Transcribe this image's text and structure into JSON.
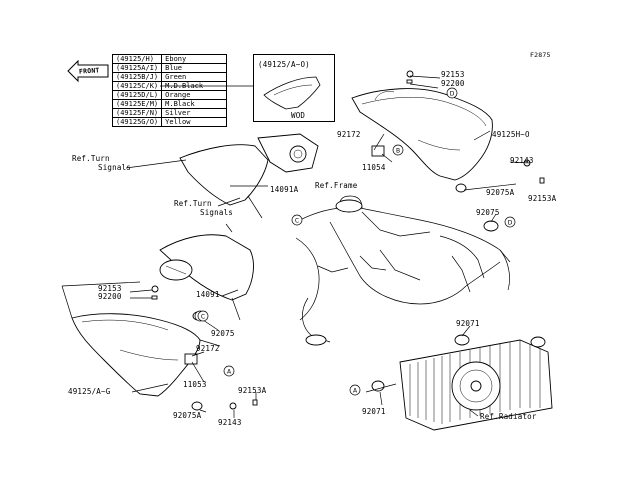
{
  "figure_id": "F2875",
  "front_badge": "FRONT",
  "color_table": [
    {
      "code": "(49125/H)",
      "color": "Ebony"
    },
    {
      "code": "(49125A/I)",
      "color": "Blue"
    },
    {
      "code": "(49125B/J)",
      "color": "Green"
    },
    {
      "code": "(49125C/K)",
      "color": "M.D.Black"
    },
    {
      "code": "(49125D/L)",
      "color": "Orange"
    },
    {
      "code": "(49125E/M)",
      "color": "M.Black"
    },
    {
      "code": "(49125F/N)",
      "color": "Silver"
    },
    {
      "code": "(49125G/O)",
      "color": "Yellow"
    }
  ],
  "inset": {
    "title": "(49125/A~O)",
    "caption": "WOD"
  },
  "labels": {
    "p92153_top": "92153",
    "p92200_top": "92200",
    "p49125H_O": "49125H~O",
    "p92172_top": "92172",
    "p11054": "11054",
    "p92143_right": "92143",
    "p92075A_right": "92075A",
    "p92153A_right": "92153A",
    "ref_turn_1a": "Ref.Turn",
    "ref_turn_1b": "Signals",
    "p14091A": "14091A",
    "ref_frame": "Ref.Frame",
    "ref_turn_2a": "Ref.Turn",
    "ref_turn_2b": "Signals",
    "p92075_right": "92075",
    "p92153_left": "92153",
    "p92200_left": "92200",
    "p14091": "14091",
    "p92075_mid": "92075",
    "p92071_a": "92071",
    "p92172_left": "92172",
    "p11053": "11053",
    "p49125A_G": "49125/A~G",
    "p92153A_left": "92153A",
    "p92071_b": "92071",
    "p92075A_left": "92075A",
    "p92143_left": "92143",
    "ref_radiator": "Ref.Radiator"
  },
  "callouts": {
    "a": "A",
    "b": "B",
    "c": "C",
    "d": "D"
  }
}
